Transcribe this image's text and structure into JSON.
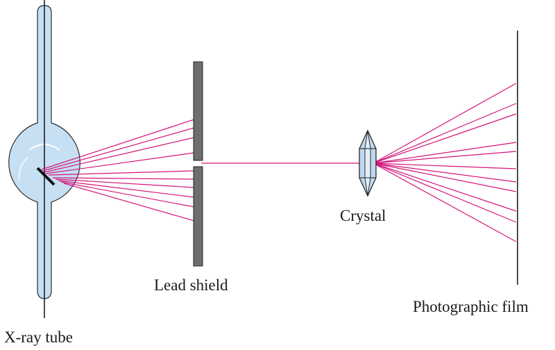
{
  "labels": {
    "xray_tube": "X-ray tube",
    "lead_shield": "Lead shield",
    "crystal": "Crystal",
    "photographic_film": "Photographic film"
  },
  "colors": {
    "ray": "#d4147a",
    "shield": "#6e6e6e",
    "tube_fill": "#c6dff3",
    "tube_stroke": "#2a2a2a",
    "crystal_fill": "#bfd7ee",
    "film": "#111111"
  }
}
